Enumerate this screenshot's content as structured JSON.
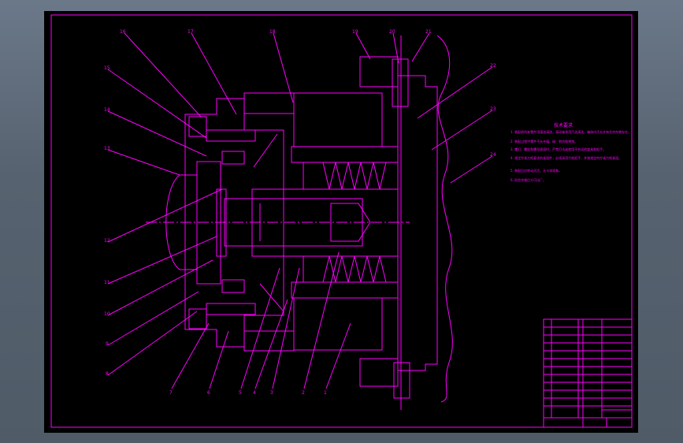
{
  "sheet": {
    "background": "#000000",
    "line_color": "#ff00ff",
    "window_background": "#5b6878"
  },
  "callouts": {
    "top": [
      "16",
      "17",
      "18",
      "19",
      "20",
      "21"
    ],
    "left": [
      "15",
      "14",
      "13",
      "12",
      "11",
      "10",
      "9",
      "8"
    ],
    "bottom": [
      "7",
      "6",
      "5",
      "4",
      "3",
      "2",
      "1"
    ],
    "right": [
      "22",
      "23",
      "24"
    ]
  },
  "notes": {
    "title": "技术要求",
    "lines": [
      "1. 装配前所有零件用煤油清洗，滚动轴承用汽油清洗，箱体内不允许有任何杂物存在。",
      "2. 装配过程中零件不允许磕、碰、划伤和锈蚀。",
      "3. 螺钉、螺栓和螺母紧固时，严禁打击或使用不合适的旋具和扳手。",
      "4. 规定拧紧力矩要求的紧固件，必须采用力矩扳手，并按规定的拧紧力矩紧固。",
      "5. 装配后应转动灵活，无卡滞现象。",
      "6. 检验合格后方可出厂。"
    ]
  }
}
